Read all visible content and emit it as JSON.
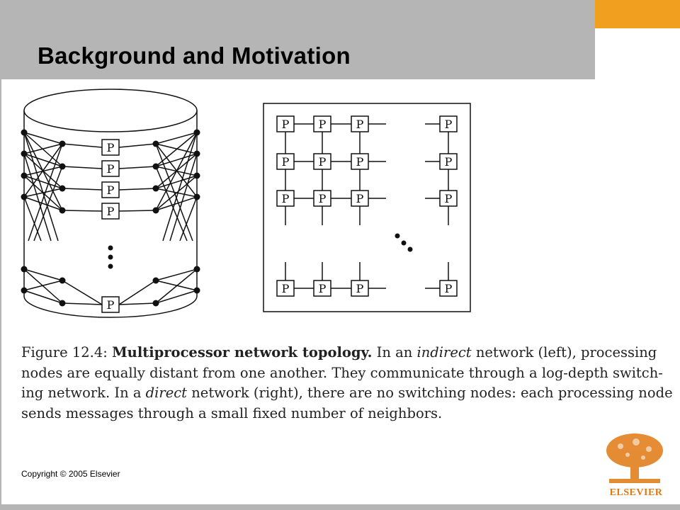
{
  "slide": {
    "title": "Background and Motivation",
    "copyright": "Copyright © 2005 Elsevier",
    "colors": {
      "header_gray": "#b5b5b5",
      "accent_orange": "#f0a01e",
      "logo_orange": "#e07810"
    }
  },
  "figure": {
    "node_label": "P",
    "caption": {
      "figure_number": "Figure 12.4:",
      "heading": "Multiprocessor network topology.",
      "line1_pre": "In an",
      "line1_ital": "indirect",
      "line1_post": "network (left), processing",
      "line2": "nodes are equally distant from one another.  They communicate through a log-depth switch-",
      "line3_pre": "ing network.  In a",
      "line3_ital": "direct",
      "line3_post": "network (right), there are no switching nodes: each processing node",
      "line4": "sends messages through a small fixed number of neighbors."
    }
  },
  "logo": {
    "text": "ELSEVIER",
    "icon": "elsevier-tree-icon"
  }
}
